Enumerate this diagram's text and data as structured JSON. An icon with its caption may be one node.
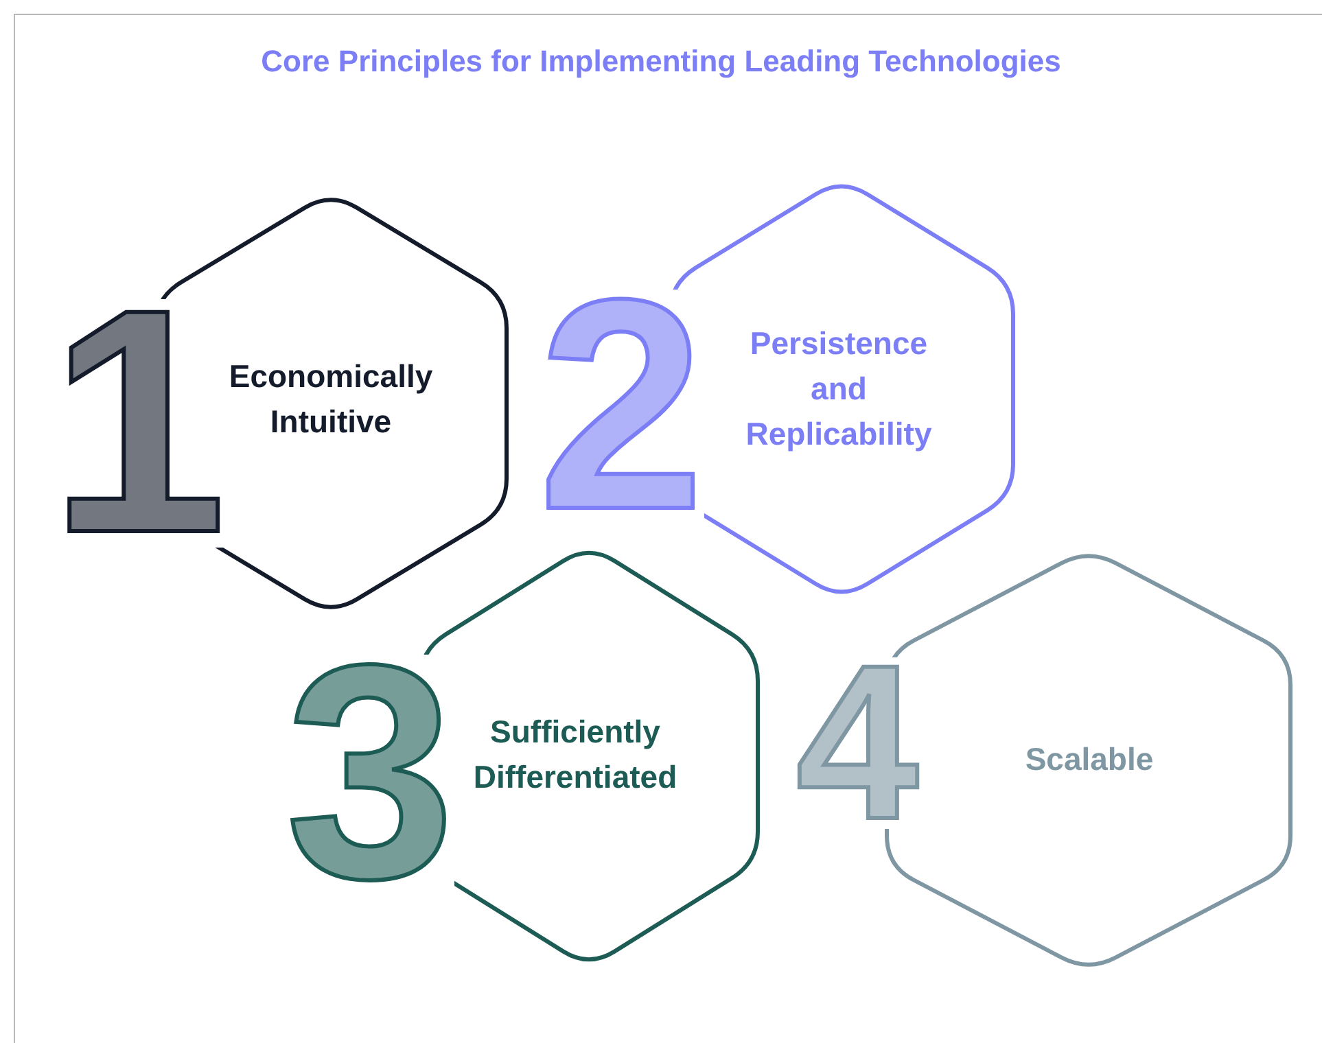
{
  "diagram": {
    "title": "Core Principles for Implementing Leading Technologies",
    "nodes": [
      {
        "text": [
          "Economically Intuitive"
        ],
        "beside": [
          "1"
        ]
      },
      {
        "text": [
          "Persistence and Replicability"
        ],
        "beside": [
          "2"
        ]
      },
      {
        "text": [
          "Sufficiently Differentiated"
        ],
        "beside": [
          "3"
        ]
      },
      {
        "text": [
          "Scalable"
        ],
        "beside": [
          "4"
        ]
      }
    ],
    "edges": []
  }
}
